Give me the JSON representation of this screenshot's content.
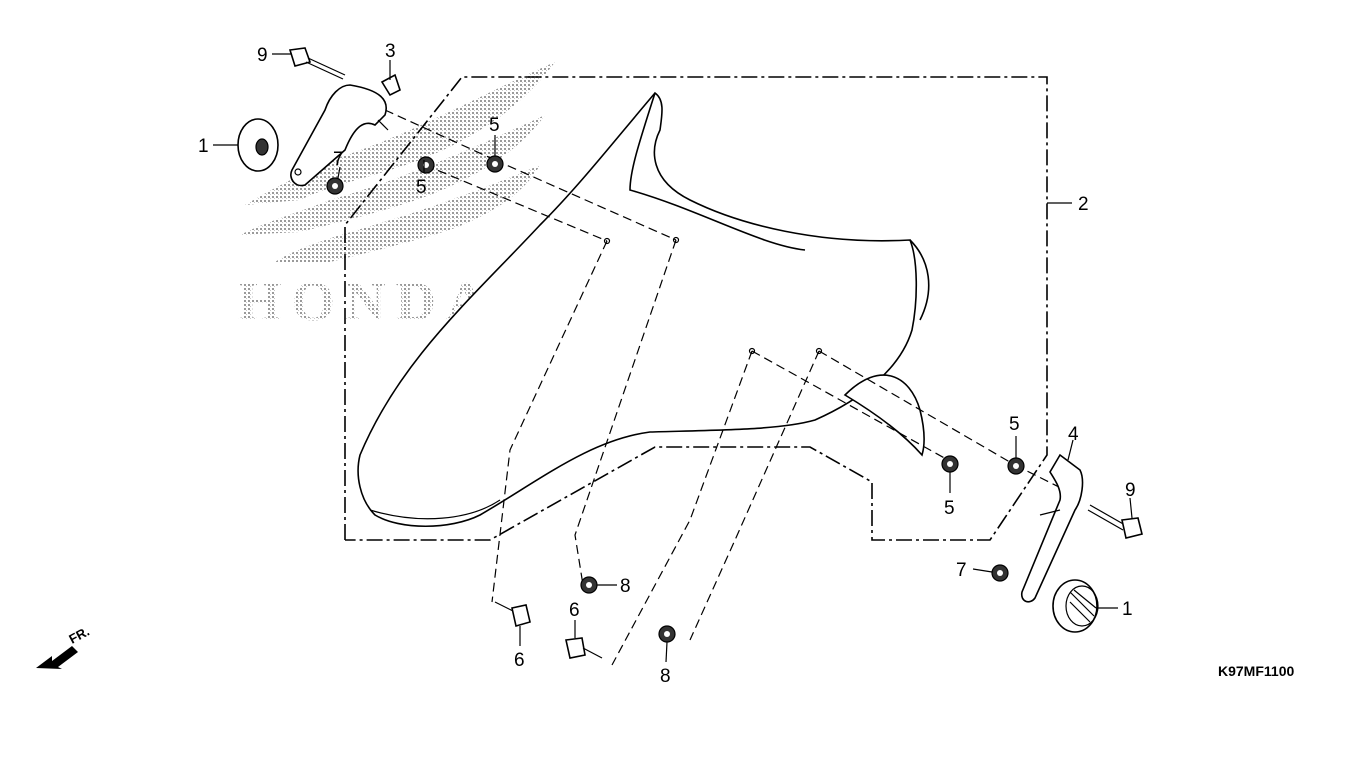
{
  "diagram_code": "K97MF1100",
  "brand_watermark": "HONDA",
  "direction_label": "FR.",
  "callouts": {
    "c1_left": "1",
    "c1_right": "1",
    "c2": "2",
    "c3": "3",
    "c4": "4",
    "c5_a": "5",
    "c5_b": "5",
    "c5_c": "5",
    "c5_d": "5",
    "c6_a": "6",
    "c6_b": "6",
    "c7_left": "7",
    "c7_right": "7",
    "c8_a": "8",
    "c8_b": "8",
    "c9_left": "9",
    "c9_right": "9"
  }
}
